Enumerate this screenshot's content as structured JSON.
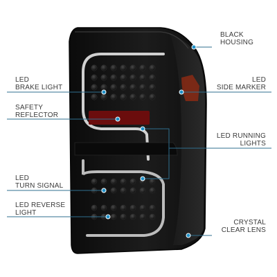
{
  "callouts": {
    "black_housing": [
      "BLACK",
      "HOUSING"
    ],
    "led_brake_light": [
      "LED",
      "BRAKE LIGHT"
    ],
    "led_side_marker": [
      "LED",
      "SIDE MARKER"
    ],
    "safety_reflector": [
      "SAFETY",
      "REFLECTOR"
    ],
    "led_running_lights": [
      "LED RUNNING",
      "LIGHTS"
    ],
    "led_turn_signal": [
      "LED",
      "TURN SIGNAL"
    ],
    "led_reverse_light": [
      "LED REVERSE",
      "LIGHT"
    ],
    "crystal_clear_lens": [
      "CRYSTAL",
      "CLEAR LENS"
    ]
  },
  "colors": {
    "callout_line": "#2f6f8f",
    "callout_dot": "#1e90c8",
    "housing": "#141414",
    "reflector": "#6b0d0d",
    "side_marker": "#8a2a14",
    "light_bar": "#d8d8d8"
  }
}
